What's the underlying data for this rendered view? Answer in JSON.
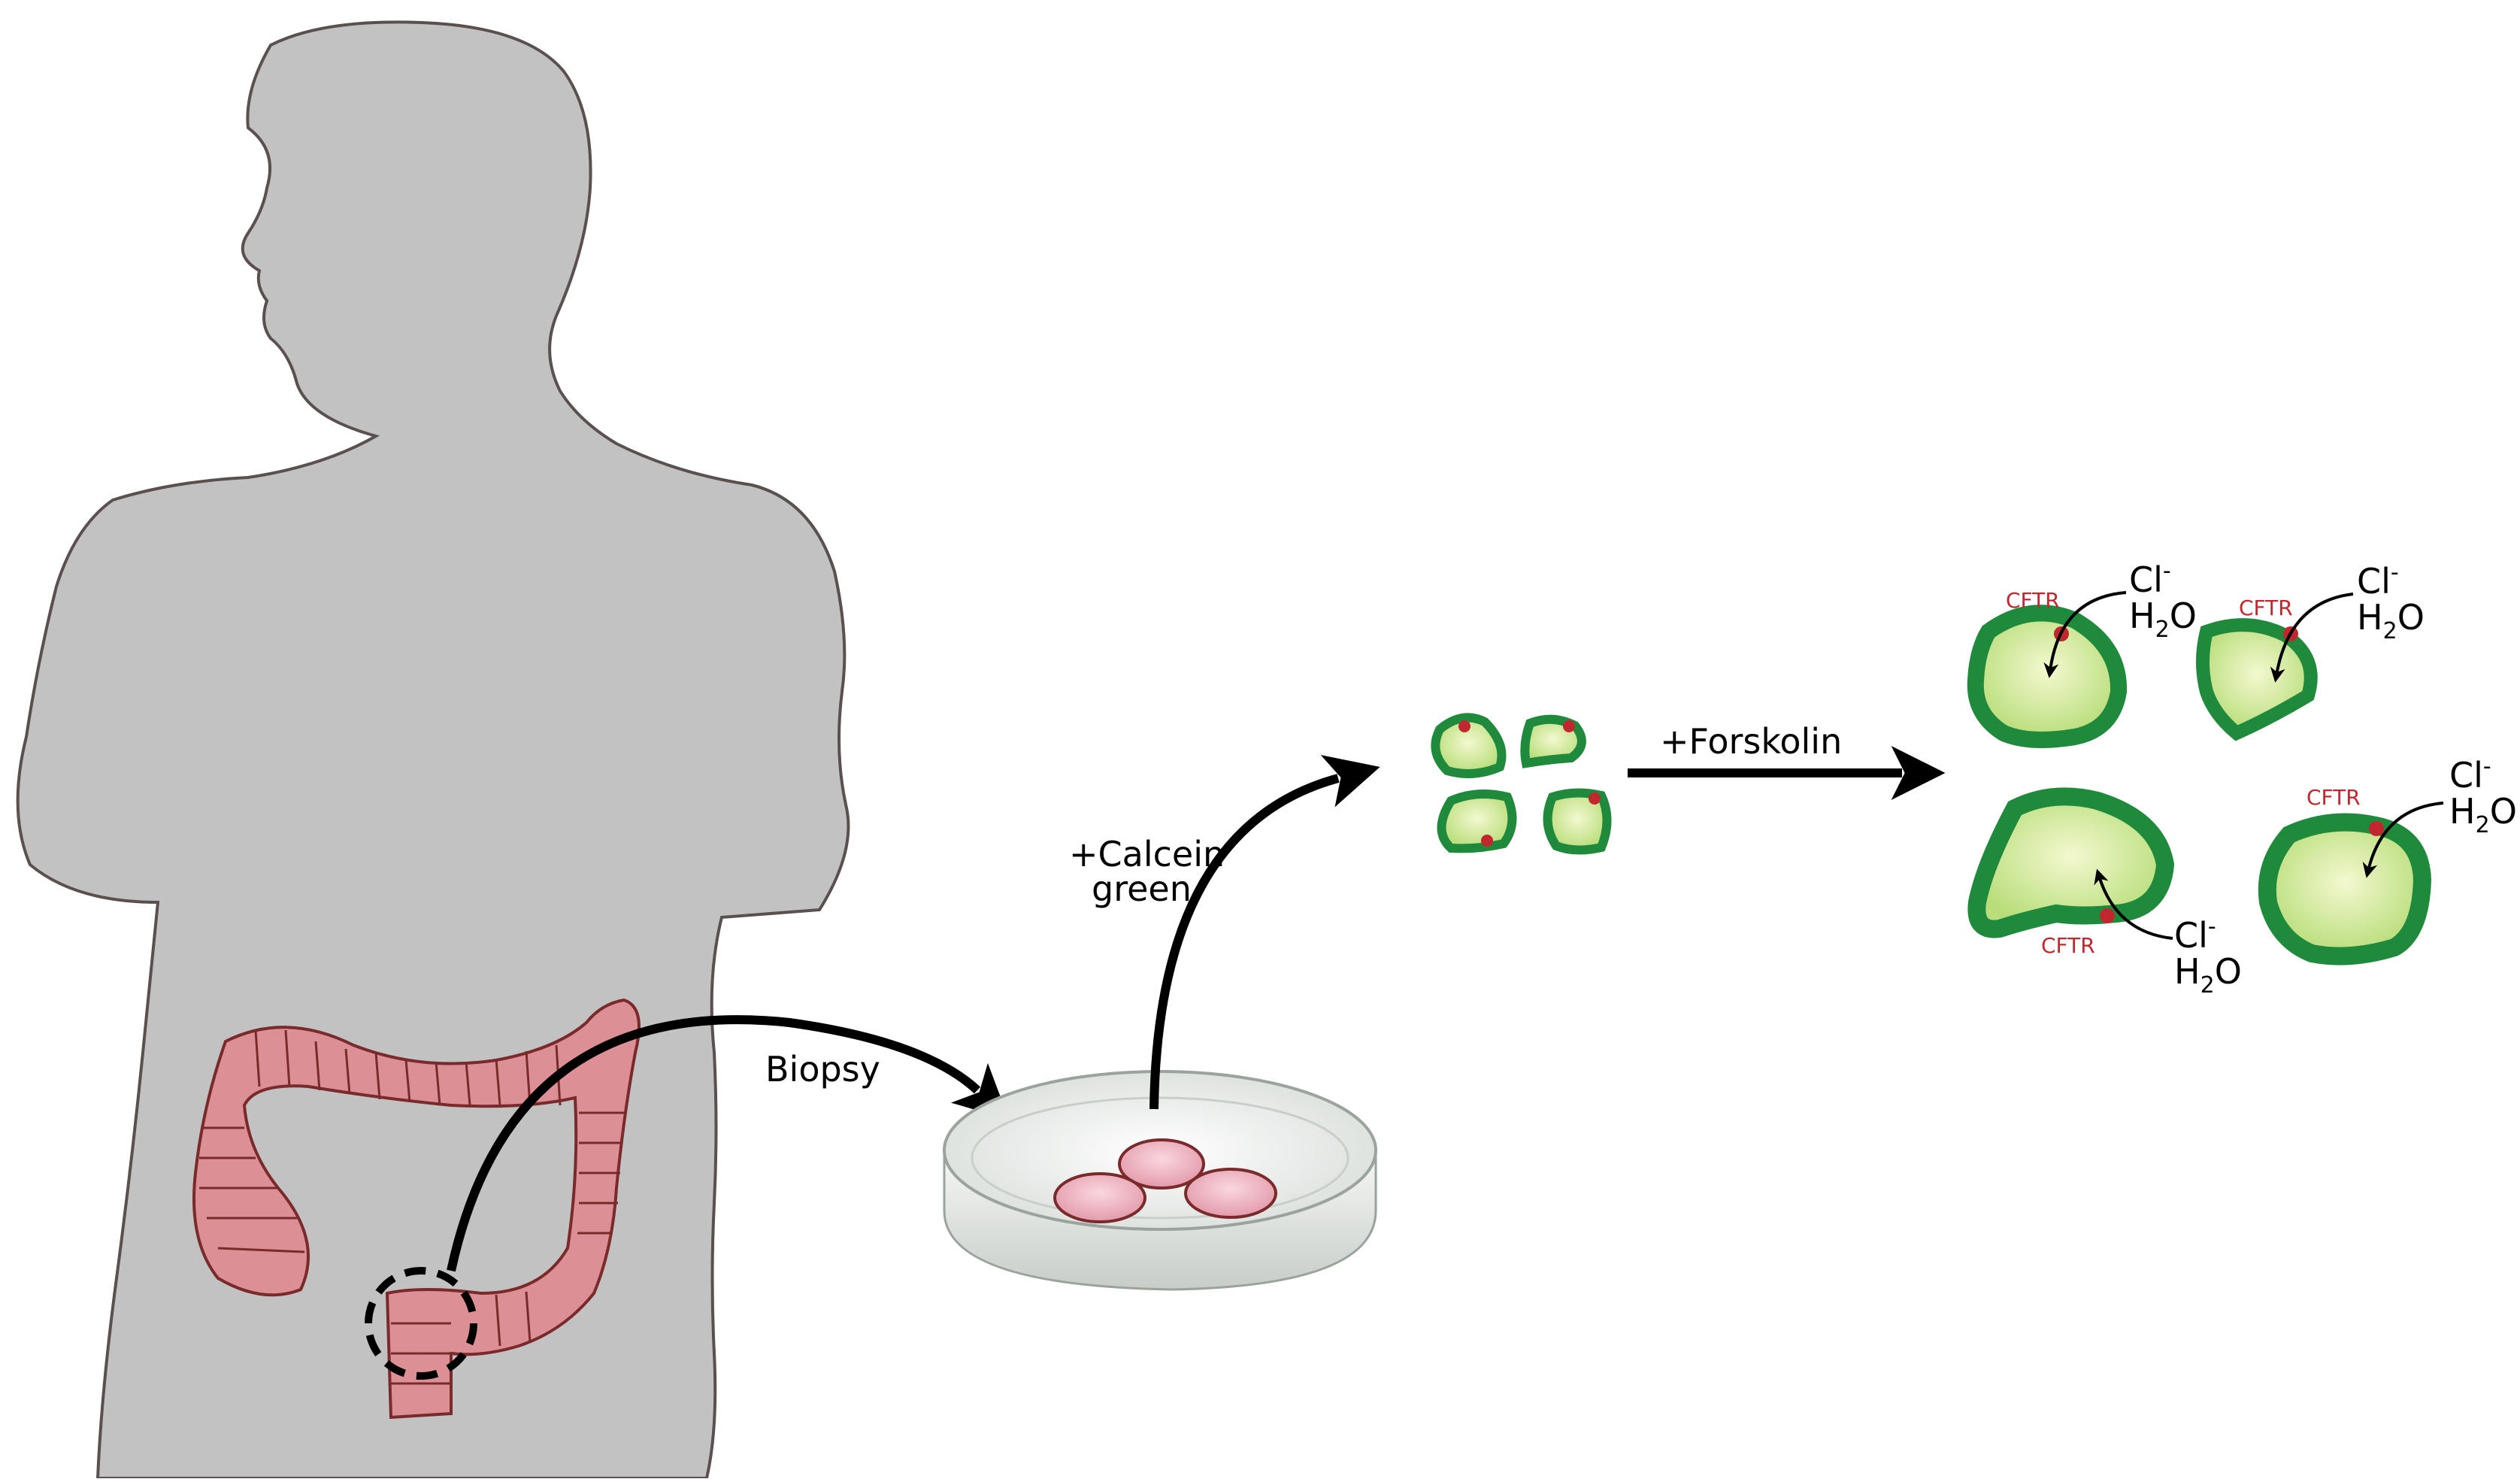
{
  "labels": {
    "biopsy": "Biopsy",
    "calcein_line1": "+Calcein",
    "calcein_line2": "green",
    "forskolin": "+Forskolin"
  },
  "ions": {
    "chloride": "Cl",
    "chloride_charge": "-",
    "water_h": "H",
    "water_sub": "2",
    "water_o": "O"
  },
  "cftr_label": "CFTR",
  "colors": {
    "silhouette": "#c2c2c2",
    "silhouette_outline": "#5a5050",
    "colon": "#dc8f94",
    "colon_outline": "#7a2a2a",
    "organoid_rim": "#1f8a3c",
    "organoid_fill": "#c8e68c",
    "cftr_dot": "#c1272d",
    "dish_pink": "#ecb3bf"
  }
}
